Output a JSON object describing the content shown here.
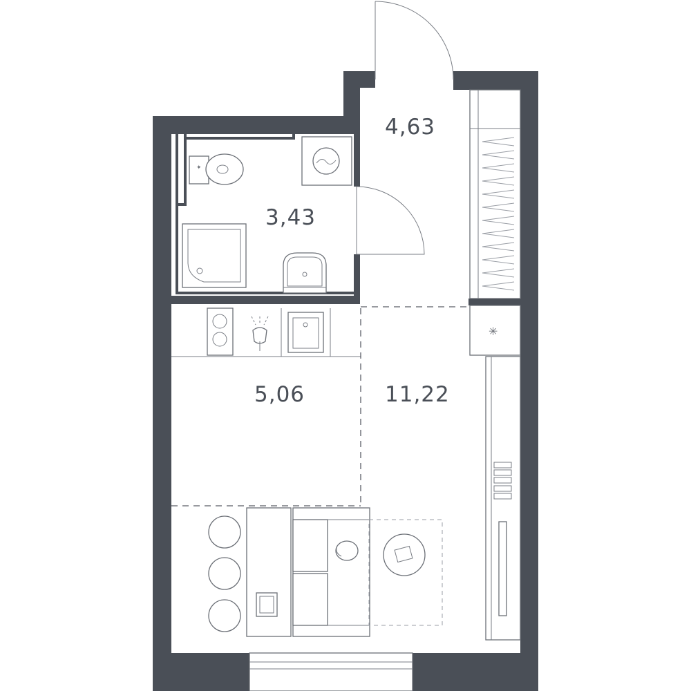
{
  "rooms": [
    {
      "id": "hall",
      "area": "4,63"
    },
    {
      "id": "bathroom",
      "area": "3,43"
    },
    {
      "id": "kitchen",
      "area": "5,06"
    },
    {
      "id": "living",
      "area": "11,22"
    }
  ],
  "colors": {
    "wall": "#4a4f57",
    "line": "#6b6f76",
    "background": "#ffffff"
  }
}
